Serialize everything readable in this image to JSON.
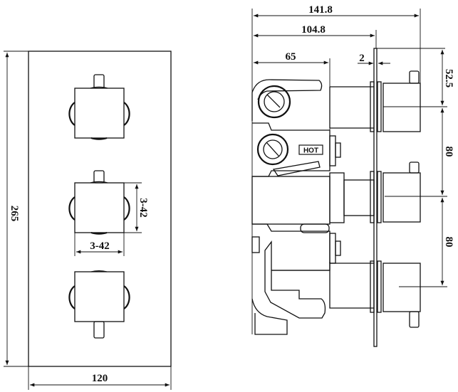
{
  "front_view": {
    "height_dim": "265",
    "width_dim": "120",
    "knob_height_dim": "3-42",
    "knob_width_dim": "3-42"
  },
  "side_view": {
    "overall_depth_dim": "141.8",
    "plate_depth_dim": "104.8",
    "body_depth_dim": "65",
    "plate_thickness_dim": "2",
    "top_offset_dim": "52.5",
    "spacing_dim_1": "80",
    "spacing_dim_2": "80",
    "hot_label": "HOT"
  },
  "colors": {
    "line": "#111111",
    "background": "#ffffff"
  }
}
